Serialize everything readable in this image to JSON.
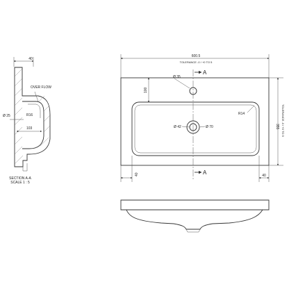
{
  "side_view": {
    "top_dim": "40",
    "over_flow_label": "OVER FLOW",
    "diameter_label": "Ø 25",
    "radius_small": "R16",
    "width_dim": "103",
    "section_title": "SECTION A-A",
    "section_scale": "SCALE 1 : 5"
  },
  "plan_view": {
    "width_dim": "600.5",
    "width_tolerance": "TOLERANCE -0 / +0 TO 5",
    "tap_hole": "Ø 35",
    "section_marker": "A",
    "depth_to_bowl": "100",
    "waste_inner": "Ø 42",
    "waste_outer": "Ø 70",
    "radius_bowl": "R14",
    "height_dim": "355",
    "height_tolerance": "TOLERANCE -0 / +0 TO 5",
    "left_margin": "40",
    "right_margin": "40"
  }
}
